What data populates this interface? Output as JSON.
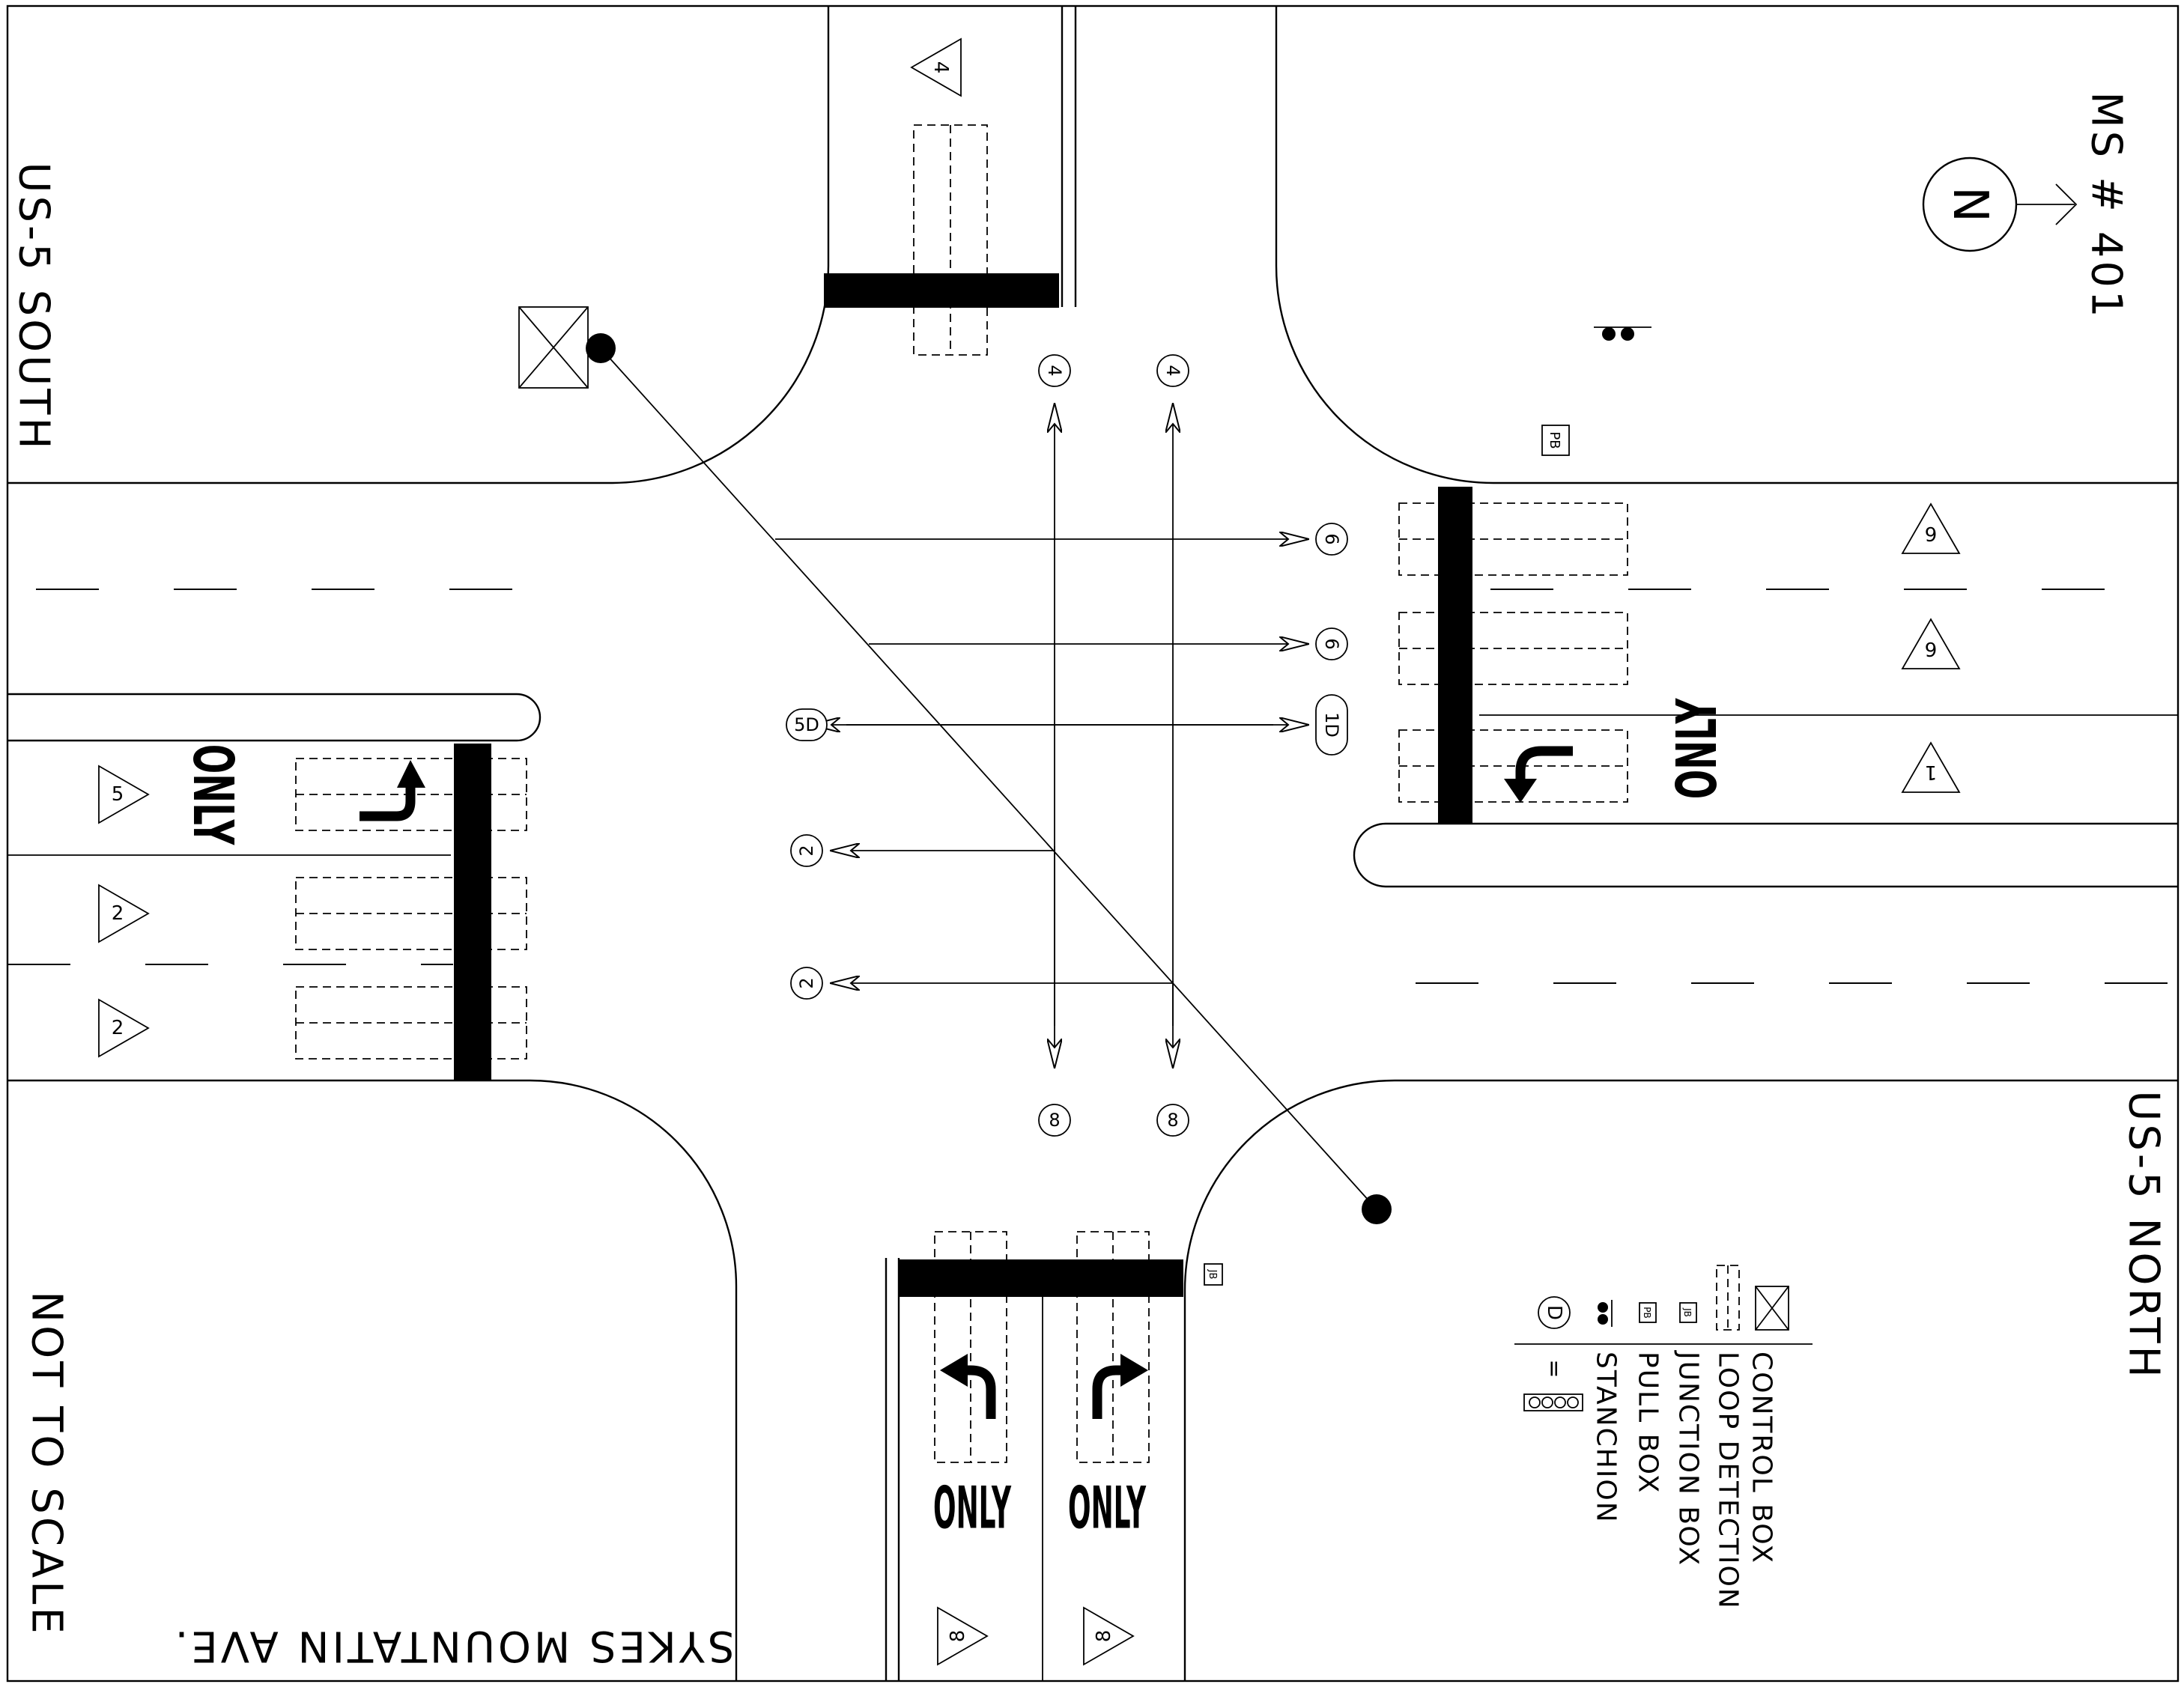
{
  "title": "MS # 401",
  "north_symbol": "N",
  "streets": {
    "south": "US-5 SOUTH",
    "north": "US-5 NORTH",
    "cross": "SYKES MOUNTATIN AVE."
  },
  "scale_note": "NOT TO SCALE",
  "pull_box_label": "PB",
  "junction_box_label": "JB",
  "only_text": "ONLY",
  "legend": {
    "items": [
      "CONTROL BOX",
      "LOOP DETECTION",
      "JUNCTION BOX",
      "PULL BOX",
      "STANCHION"
    ],
    "ped_symbol": "D",
    "equals": "="
  },
  "phase_triangles": {
    "north_approach": "4",
    "east_through_1": "6",
    "east_through_2": "6",
    "east_left": "1",
    "west_left": "5",
    "west_through_1": "2",
    "west_through_2": "2",
    "south_left": "8",
    "south_right": "8"
  },
  "phase_circles": {
    "north_1": "4",
    "north_2": "4",
    "east_1": "6",
    "east_2": "6",
    "east_ped": "1D",
    "west_ped": "5D",
    "west_1": "2",
    "west_2": "2",
    "south_1": "8",
    "south_2": "8"
  }
}
